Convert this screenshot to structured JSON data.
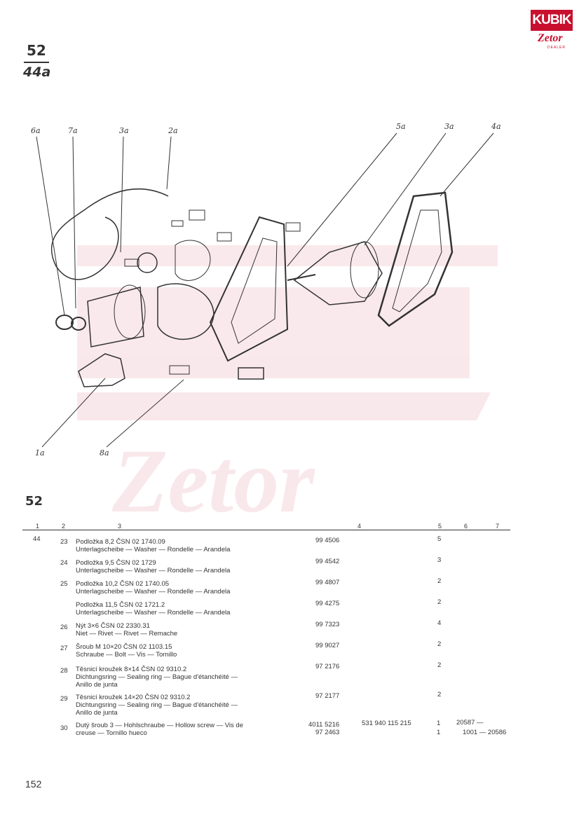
{
  "logo": {
    "brand": "KUBIK",
    "sub": "Zetor",
    "dealer": "DEALER"
  },
  "page_ref": {
    "number": "52",
    "sub": "44a"
  },
  "callouts": [
    "6a",
    "7a",
    "3a",
    "2a",
    "5a",
    "3a",
    "4a",
    "1a",
    "8a"
  ],
  "section_number": "52",
  "columns": [
    "1",
    "2",
    "3",
    "4",
    "5",
    "6",
    "7"
  ],
  "rows": [
    {
      "c1": "44",
      "c2": "23",
      "desc1": "Podložka 8,2   ČSN 02 1740.09",
      "desc2": "Unterlagscheibe — Washer — Rondelle — Arandela",
      "desc3": "",
      "part": "99 4506",
      "part2": "",
      "num": "",
      "qty": "5",
      "qty2": "",
      "c6": "",
      "c6b": ""
    },
    {
      "c1": "",
      "c2": "24",
      "desc1": "Podložka 9,5   ČSN 02 1729",
      "desc2": "Unterlagscheibe — Washer — Rondelle — Arandela",
      "desc3": "",
      "part": "99 4542",
      "part2": "",
      "num": "",
      "qty": "3",
      "qty2": "",
      "c6": "",
      "c6b": ""
    },
    {
      "c1": "",
      "c2": "25",
      "desc1": "Podložka 10,2   ČSN 02 1740.05",
      "desc2": "Unterlagscheibe — Washer — Rondelle — Arandela",
      "desc3": "",
      "part": "99 4807",
      "part2": "",
      "num": "",
      "qty": "2",
      "qty2": "",
      "c6": "",
      "c6b": ""
    },
    {
      "c1": "",
      "c2": "",
      "desc1": "Podložka 11,5   ČSN 02 1721.2",
      "desc2": "Unterlagscheibe — Washer — Rondelle — Arandela",
      "desc3": "",
      "part": "99 4275",
      "part2": "",
      "num": "",
      "qty": "2",
      "qty2": "",
      "c6": "",
      "c6b": ""
    },
    {
      "c1": "",
      "c2": "26",
      "desc1": "Nýt 3×6   ČSN 02 2330.31",
      "desc2": "Niet — Rivet — Rivet — Remache",
      "desc3": "",
      "part": "99 7323",
      "part2": "",
      "num": "",
      "qty": "4",
      "qty2": "",
      "c6": "",
      "c6b": ""
    },
    {
      "c1": "",
      "c2": "27",
      "desc1": "Šroub M 10×20   ČSN 02 1103.15",
      "desc2": "Schraube — Bolt — Vis — Tornillo",
      "desc3": "",
      "part": "99 9027",
      "part2": "",
      "num": "",
      "qty": "2",
      "qty2": "",
      "c6": "",
      "c6b": ""
    },
    {
      "c1": "",
      "c2": "28",
      "desc1": "Těsnicí kroužek 8×14   ČSN 02 9310.2",
      "desc2": "Dichtungsring — Sealing ring — Bague d'étanchéité —",
      "desc3": "Anillo de junta",
      "part": "97 2176",
      "part2": "",
      "num": "",
      "qty": "2",
      "qty2": "",
      "c6": "",
      "c6b": ""
    },
    {
      "c1": "",
      "c2": "29",
      "desc1": "Těsnicí kroužek 14×20   ČSN 02 9310.2",
      "desc2": "Dichtungsring — Sealing ring — Bague d'étanchéité —",
      "desc3": "Anillo de junta",
      "part": "97 2177",
      "part2": "",
      "num": "",
      "qty": "2",
      "qty2": "",
      "c6": "",
      "c6b": ""
    },
    {
      "c1": "",
      "c2": "30",
      "desc1": "Dutý šroub 3 — Hohlschraube — Hollow screw — Vis de",
      "desc2": "creuse — Tornillo hueco",
      "desc3": "",
      "part": "4011 5216",
      "part2": "97 2463",
      "num": "531 940 115 215",
      "qty": "1",
      "qty2": "1",
      "c6": "20587 —",
      "c6b": "1001 — 20586"
    }
  ],
  "page_number": "152"
}
